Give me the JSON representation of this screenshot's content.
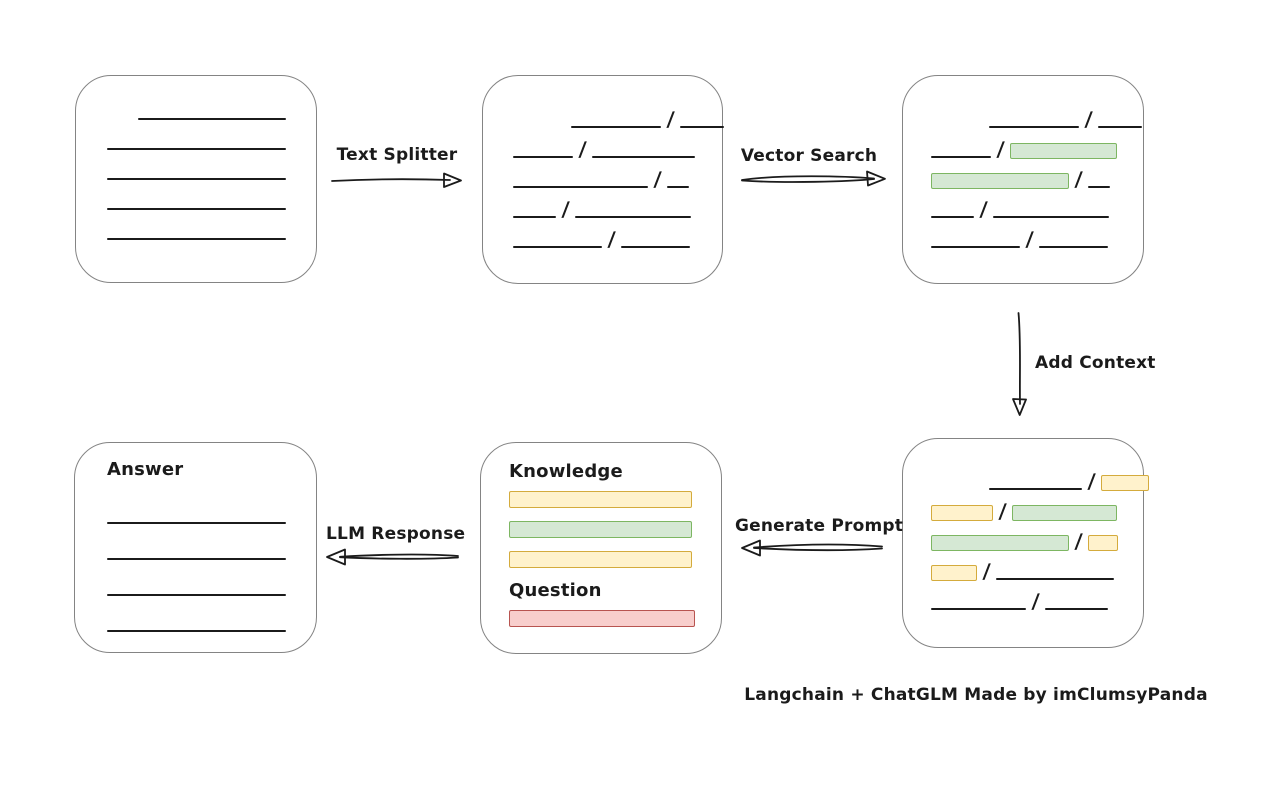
{
  "caption": "Langchain + ChatGLM Made by imClumsyPanda",
  "palette": {
    "ink": "#1b1b1b",
    "box-stroke": "#848484",
    "yellow-fill": "#fff2cc",
    "yellow-stroke": "#d4ab3c",
    "green-fill": "#d5e8d4",
    "green-stroke": "#7db662",
    "red-fill": "#f8cecc",
    "red-stroke": "#b85450"
  },
  "labels": {
    "text_splitter": "Text Splitter",
    "vector_search": "Vector Search",
    "add_context": "Add Context",
    "generate_prompt": "Generate Prompt",
    "llm_response": "LLM Response"
  },
  "boxes": {
    "document": {
      "rows": [
        [
          {
            "t": "indent",
            "w": 31
          },
          {
            "t": "line",
            "w": 148
          }
        ],
        [
          {
            "t": "line",
            "w": 179
          }
        ],
        [
          {
            "t": "line",
            "w": 179
          }
        ],
        [
          {
            "t": "line",
            "w": 179
          }
        ],
        [
          {
            "t": "line",
            "w": 179
          }
        ]
      ]
    },
    "chunks": {
      "rows": [
        [
          {
            "t": "indent",
            "w": 58
          },
          {
            "t": "line",
            "w": 90
          },
          {
            "t": "slash"
          },
          {
            "t": "line",
            "w": 44
          }
        ],
        [
          {
            "t": "line",
            "w": 60
          },
          {
            "t": "slash"
          },
          {
            "t": "line",
            "w": 103
          }
        ],
        [
          {
            "t": "line",
            "w": 135
          },
          {
            "t": "slash"
          },
          {
            "t": "line",
            "w": 22
          }
        ],
        [
          {
            "t": "line",
            "w": 43
          },
          {
            "t": "slash"
          },
          {
            "t": "line",
            "w": 116
          }
        ],
        [
          {
            "t": "line",
            "w": 89
          },
          {
            "t": "slash"
          },
          {
            "t": "line",
            "w": 69
          }
        ]
      ]
    },
    "search_results": {
      "rows": [
        [
          {
            "t": "indent",
            "w": 58
          },
          {
            "t": "line",
            "w": 90
          },
          {
            "t": "slash"
          },
          {
            "t": "line",
            "w": 44
          }
        ],
        [
          {
            "t": "line",
            "w": 60
          },
          {
            "t": "slash"
          },
          {
            "t": "green",
            "w": 107
          }
        ],
        [
          {
            "t": "green",
            "w": 138
          },
          {
            "t": "slash"
          },
          {
            "t": "line",
            "w": 22
          }
        ],
        [
          {
            "t": "line",
            "w": 43
          },
          {
            "t": "slash"
          },
          {
            "t": "line",
            "w": 116
          }
        ],
        [
          {
            "t": "line",
            "w": 89
          },
          {
            "t": "slash"
          },
          {
            "t": "line",
            "w": 69
          }
        ]
      ]
    },
    "context": {
      "rows": [
        [
          {
            "t": "indent",
            "w": 58
          },
          {
            "t": "line",
            "w": 93
          },
          {
            "t": "slash"
          },
          {
            "t": "yellow",
            "w": 48
          }
        ],
        [
          {
            "t": "yellow",
            "w": 62
          },
          {
            "t": "slash"
          },
          {
            "t": "green",
            "w": 105
          }
        ],
        [
          {
            "t": "green",
            "w": 138
          },
          {
            "t": "slash"
          },
          {
            "t": "yellow",
            "w": 30
          }
        ],
        [
          {
            "t": "yellow",
            "w": 46
          },
          {
            "t": "slash"
          },
          {
            "t": "line",
            "w": 118
          }
        ],
        [
          {
            "t": "line",
            "w": 95
          },
          {
            "t": "slash"
          },
          {
            "t": "line",
            "w": 63
          }
        ]
      ]
    },
    "prompt": {
      "knowledge_label": "Knowledge",
      "question_label": "Question",
      "knowledge_bars": [
        "yellow",
        "green",
        "yellow"
      ],
      "question_bars": [
        "red"
      ]
    },
    "answer": {
      "label": "Answer",
      "line_count": 4
    }
  }
}
